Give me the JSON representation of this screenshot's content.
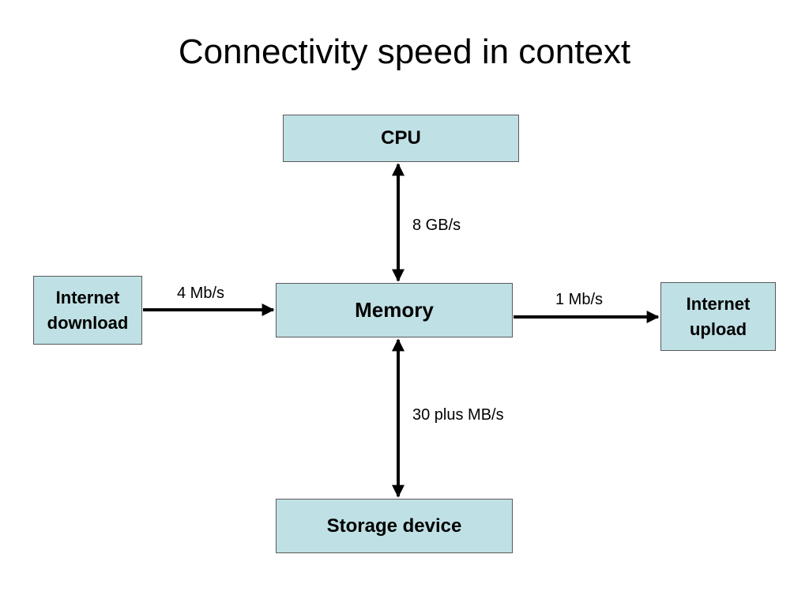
{
  "title": "Connectivity speed in context",
  "nodes": {
    "cpu": "CPU",
    "memory": "Memory",
    "storage": "Storage device",
    "download": [
      "Internet",
      "download"
    ],
    "upload": [
      "Internet",
      "upload"
    ]
  },
  "links": {
    "cpu_memory": "8 GB/s",
    "download_memory": "4 Mb/s",
    "memory_upload": "1 Mb/s",
    "memory_storage": "30 plus MB/s"
  },
  "colors": {
    "box_fill": "#bfe0e4",
    "box_border": "#5a5a5a",
    "arrow": "#000000"
  }
}
